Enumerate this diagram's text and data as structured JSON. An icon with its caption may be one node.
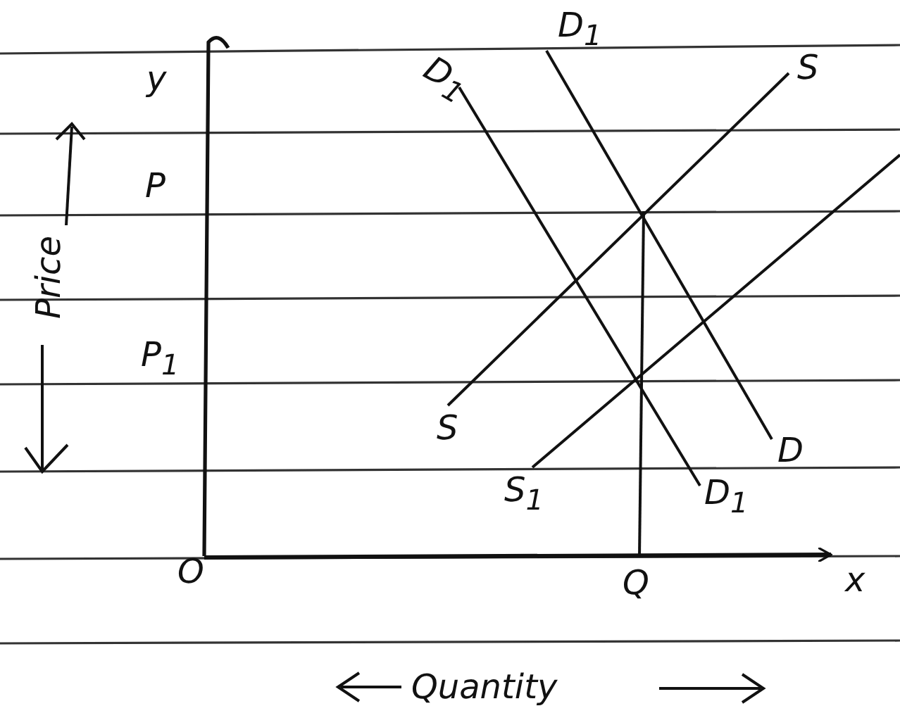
{
  "diagram": {
    "labels": [
      "y",
      "D$_{1}$",
      "D$_{1}$",
      "S",
      "Price",
      "P",
      "P$_{1}$",
      "S",
      "S$_{1}$",
      "D",
      "D$_{1}$",
      "O",
      "Q",
      "x",
      "Quantity"
    ]
  }
}
